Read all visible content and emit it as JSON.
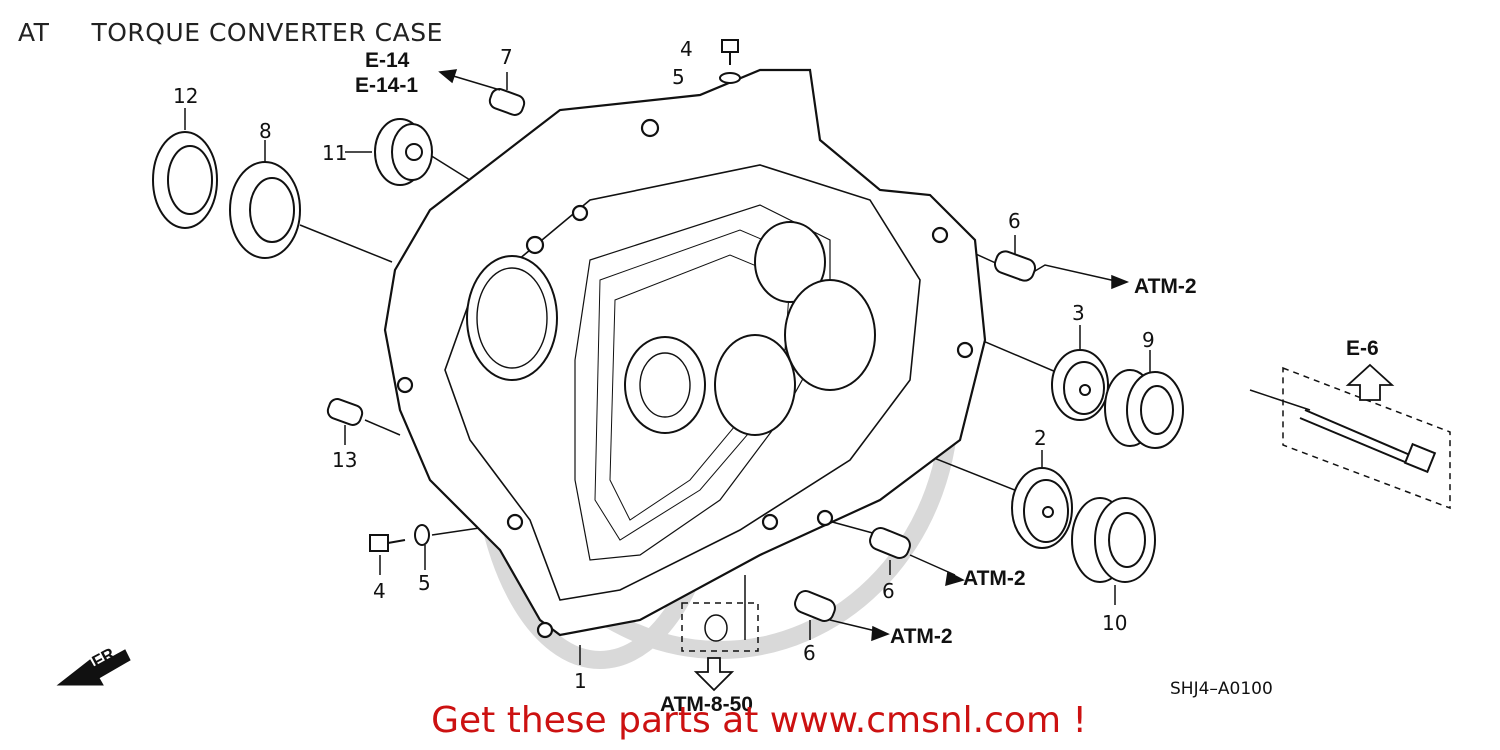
{
  "header": {
    "code": "AT",
    "title": "TORQUE CONVERTER CASE"
  },
  "callouts": [
    "12",
    "8",
    "11",
    "7",
    "4",
    "5",
    "6",
    "3",
    "9",
    "2",
    "10",
    "6",
    "6",
    "13",
    "4",
    "5",
    "1",
    "E-6"
  ],
  "references": {
    "e14": "E-14",
    "e141": "E-14-1",
    "atm2_a": "ATM-2",
    "atm2_b": "ATM-2",
    "atm2_c": "ATM-2",
    "atm850": "ATM-8-50",
    "e6": "E-6"
  },
  "front_marker": "FR.",
  "diagram_code": "SHJ4–A0100",
  "promo": "Get these parts at www.cmsnl.com !",
  "colors": {
    "ink": "#111111",
    "promo": "#cc1111",
    "watermark": "#d6d6d6"
  }
}
